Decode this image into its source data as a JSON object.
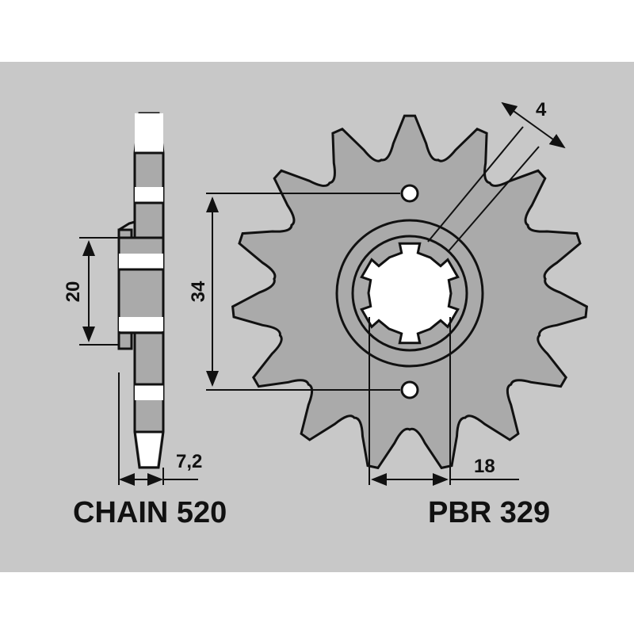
{
  "diagram": {
    "chain_label": "CHAIN 520",
    "part_label": "PBR 329",
    "teeth": 15,
    "dimensions": {
      "tooth_width": "4",
      "bolt_spacing": "34",
      "hub_width": "20",
      "thickness": "7,2",
      "spline_diameter": "18"
    },
    "colors": {
      "background": "#c8c8c8",
      "body": "#aaaaaa",
      "line": "#111111"
    }
  }
}
